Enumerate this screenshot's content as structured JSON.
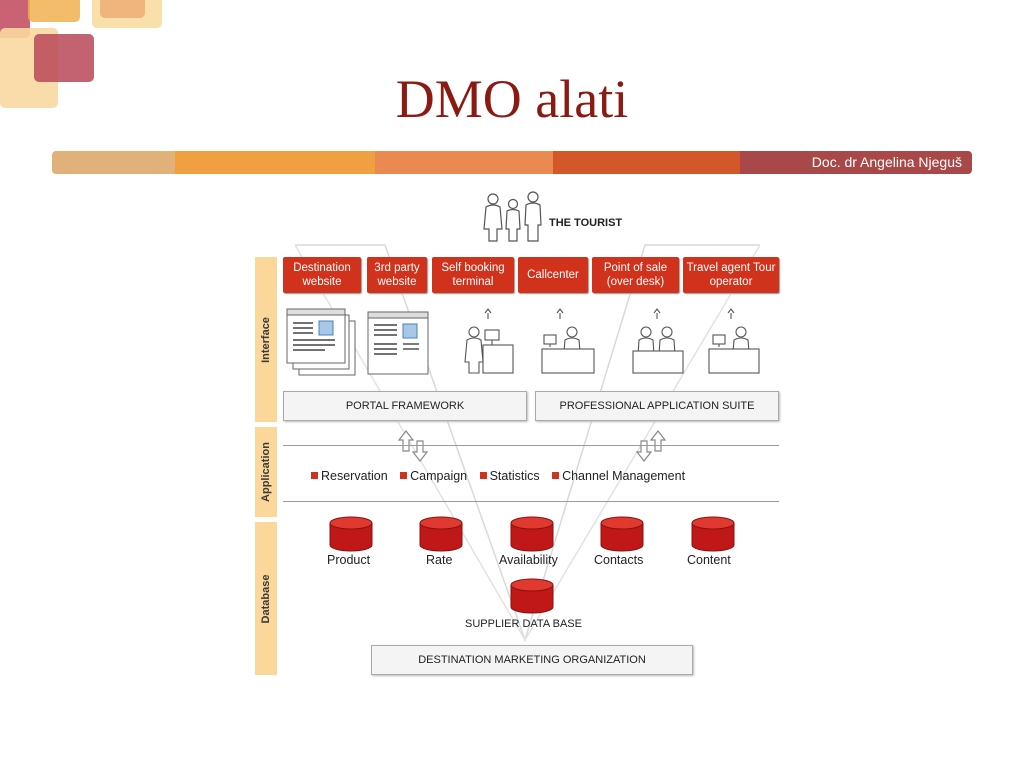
{
  "slide": {
    "title": "DMO alati",
    "author": "Doc. dr Angelina Njeguš",
    "colors": {
      "title": "#8b1a12",
      "band": [
        "#e0b27a",
        "#f0a040",
        "#eb8a50",
        "#d4572a",
        "#a84848"
      ],
      "accent_red": "#d0321c",
      "side_label_bg": "#fbd79a"
    }
  },
  "diagram": {
    "tourist_label": "THE TOURIST",
    "layers": {
      "interface": "Interface",
      "application": "Application",
      "database": "Database"
    },
    "channels": [
      "Destination website",
      "3rd party website",
      "Self booking terminal",
      "Callcenter",
      "Point of sale (over desk)",
      "Travel agent Tour operator"
    ],
    "portal_framework": "PORTAL FRAMEWORK",
    "professional_suite": "PROFESSIONAL APPLICATION SUITE",
    "application_modules": [
      "Reservation",
      "Campaign",
      "Statistics",
      "Channel Management"
    ],
    "databases": [
      "Product",
      "Rate",
      "Availability",
      "Contacts",
      "Content"
    ],
    "supplier_db": "SUPPLIER DATA BASE",
    "dmo": "DESTINATION MARKETING ORGANIZATION"
  }
}
